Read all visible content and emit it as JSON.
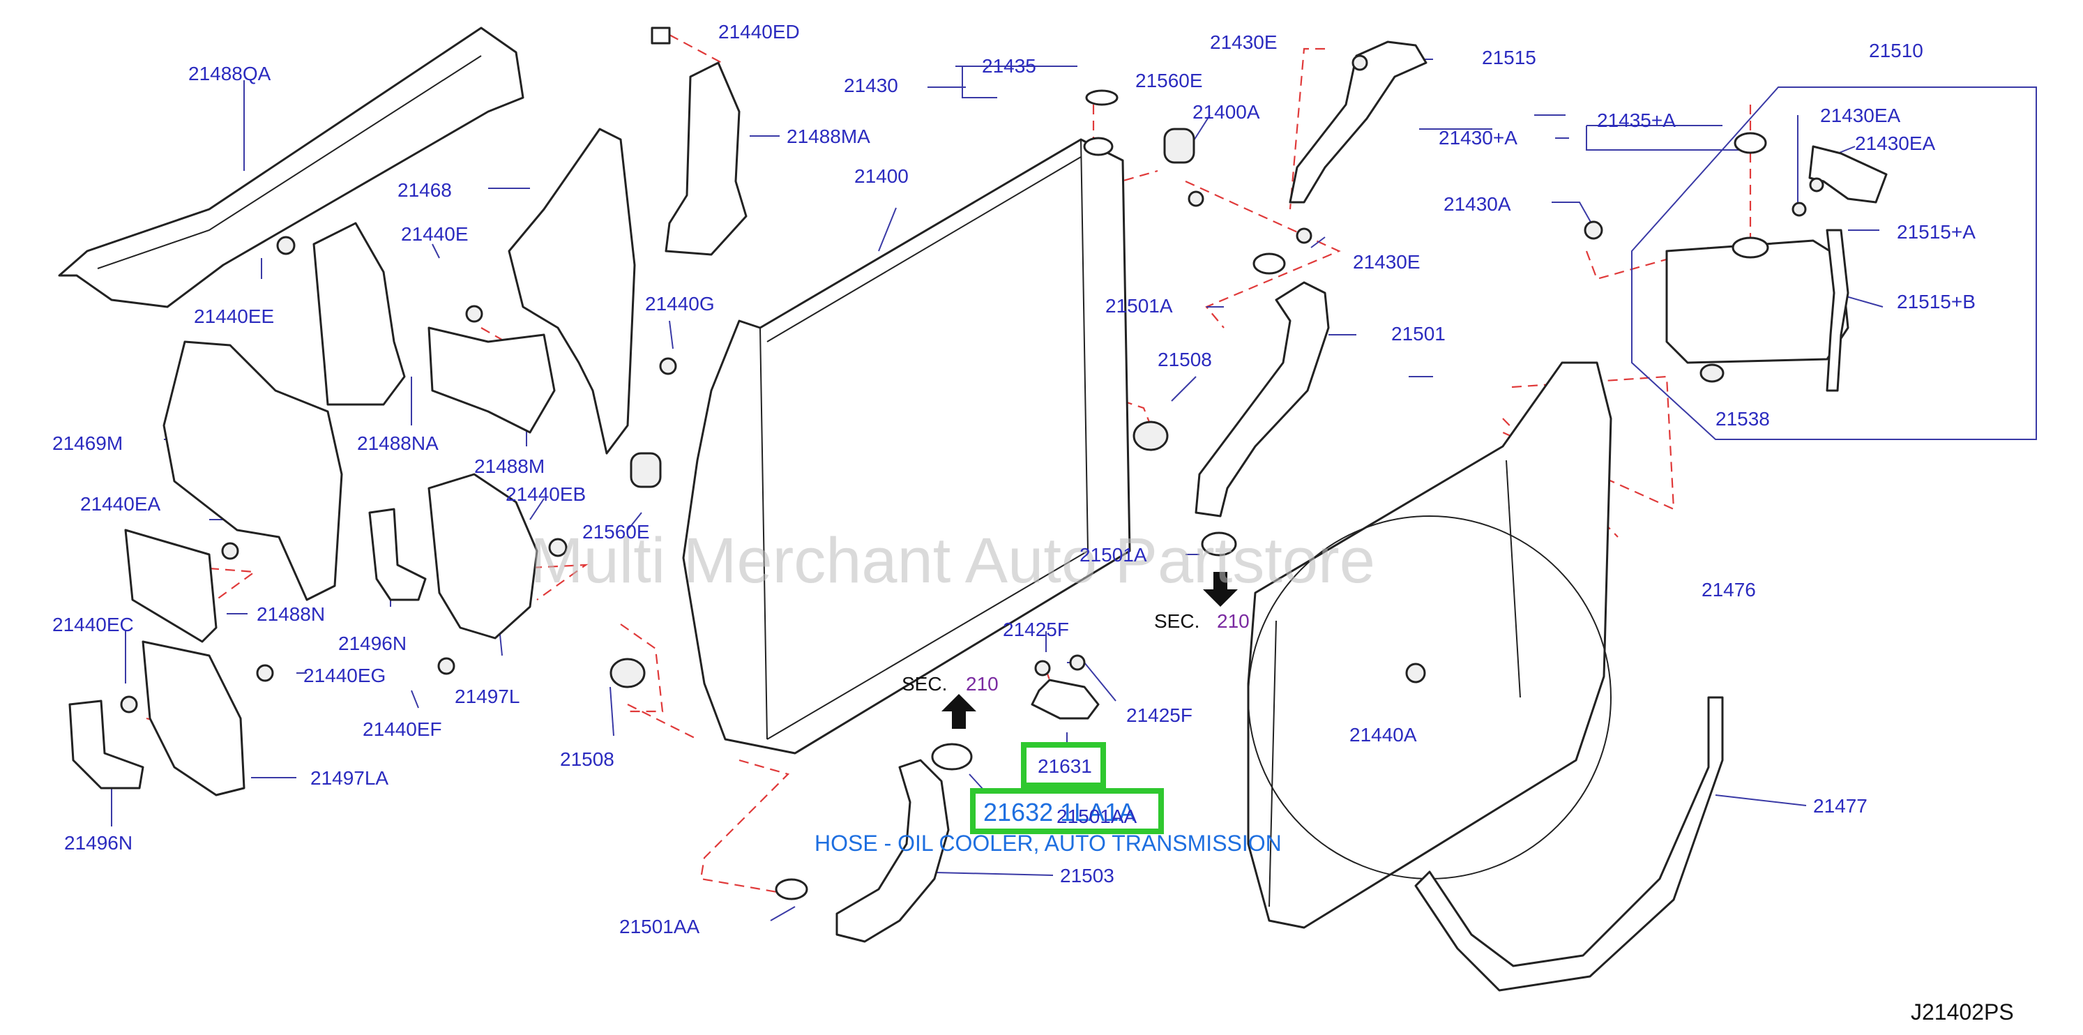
{
  "diagram": {
    "code": "J21402PS",
    "watermark": "Multi Merchant Auto Partstore",
    "caption": "HOSE - OIL COOLER, AUTO TRANSMISSION",
    "highlighted": {
      "part_a": "21631",
      "part_b": "21632 1LA1A",
      "overlapped_label": "21501AA"
    },
    "sec_refs": [
      {
        "sec": "SEC.",
        "num": "210"
      },
      {
        "sec": "SEC.",
        "num": "210"
      }
    ],
    "labels": {
      "l21488QA": "21488QA",
      "l21440ED": "21440ED",
      "l21435": "21435",
      "l21430": "21430",
      "l21560E_top": "21560E",
      "l21430E_top": "21430E",
      "l21515": "21515",
      "l21510": "21510",
      "l21488MA": "21488MA",
      "l21400A": "21400A",
      "l21400": "21400",
      "l21435A": "21435+A",
      "l21430A_plus": "21430+A",
      "l21430EA_1": "21430EA",
      "l21430EA_2": "21430EA",
      "l21468": "21468",
      "l21430A": "21430A",
      "l21440E": "21440E",
      "l21430E_bot": "21430E",
      "l21515A": "21515+A",
      "l21440EE": "21440EE",
      "l21440G": "21440G",
      "l21501A_top": "21501A",
      "l21515B": "21515+B",
      "l21501": "21501",
      "l21508_top": "21508",
      "l21538": "21538",
      "l21469M": "21469M",
      "l21488NA": "21488NA",
      "l21488M": "21488M",
      "l21440EB": "21440EB",
      "l21440EA": "21440EA",
      "l21560E_mid": "21560E",
      "l21501A_mid": "21501A",
      "l21476": "21476",
      "l21488N": "21488N",
      "l21440EC": "21440EC",
      "l21496N_mid": "21496N",
      "l21425F_top": "21425F",
      "l21440EG": "21440EG",
      "l21497L": "21497L",
      "l21425F_bot": "21425F",
      "l21440EF": "21440EF",
      "l21440A": "21440A",
      "l21508_bot": "21508",
      "l21497LA": "21497LA",
      "l21477": "21477",
      "l21496N_bot": "21496N",
      "l21503": "21503",
      "l21501AA": "21501AA"
    }
  }
}
